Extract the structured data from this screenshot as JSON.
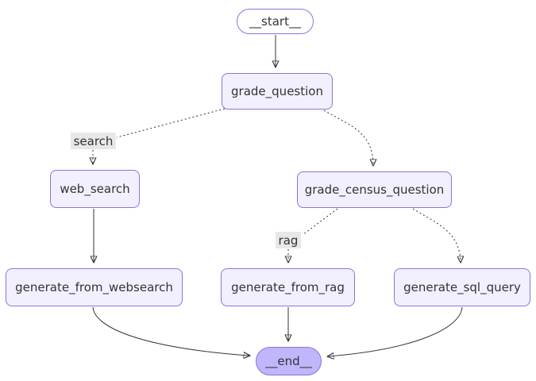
{
  "diagram": {
    "type": "flowchart",
    "direction": "top-down",
    "nodes": [
      {
        "id": "__start__",
        "label": "__start__",
        "shape": "stadium",
        "role": "entry"
      },
      {
        "id": "grade_question",
        "label": "grade_question",
        "shape": "rect"
      },
      {
        "id": "web_search",
        "label": "web_search",
        "shape": "rect"
      },
      {
        "id": "grade_census_question",
        "label": "grade_census_question",
        "shape": "rect"
      },
      {
        "id": "generate_from_websearch",
        "label": "generate_from_websearch",
        "shape": "rect"
      },
      {
        "id": "generate_from_rag",
        "label": "generate_from_rag",
        "shape": "rect"
      },
      {
        "id": "generate_sql_query",
        "label": "generate_sql_query",
        "shape": "rect"
      },
      {
        "id": "__end__",
        "label": "__end__",
        "shape": "stadium",
        "role": "terminal"
      }
    ],
    "edges": [
      {
        "from": "__start__",
        "to": "grade_question",
        "style": "solid",
        "label": ""
      },
      {
        "from": "grade_question",
        "to": "web_search",
        "style": "dotted",
        "label": "search"
      },
      {
        "from": "grade_question",
        "to": "grade_census_question",
        "style": "dotted",
        "label": ""
      },
      {
        "from": "web_search",
        "to": "generate_from_websearch",
        "style": "solid",
        "label": ""
      },
      {
        "from": "grade_census_question",
        "to": "generate_from_rag",
        "style": "dotted",
        "label": "rag"
      },
      {
        "from": "grade_census_question",
        "to": "generate_sql_query",
        "style": "dotted",
        "label": ""
      },
      {
        "from": "generate_from_websearch",
        "to": "__end__",
        "style": "solid",
        "label": ""
      },
      {
        "from": "generate_from_rag",
        "to": "__end__",
        "style": "solid",
        "label": ""
      },
      {
        "from": "generate_sql_query",
        "to": "__end__",
        "style": "solid",
        "label": ""
      }
    ],
    "colors": {
      "node_fill": "#f2f0ff",
      "node_border": "#9370db",
      "end_fill": "#bfb6fc",
      "edge": "#333333",
      "edge_label_bg": "#e8e8e8",
      "text": "#333333",
      "background": "#ffffff"
    }
  }
}
